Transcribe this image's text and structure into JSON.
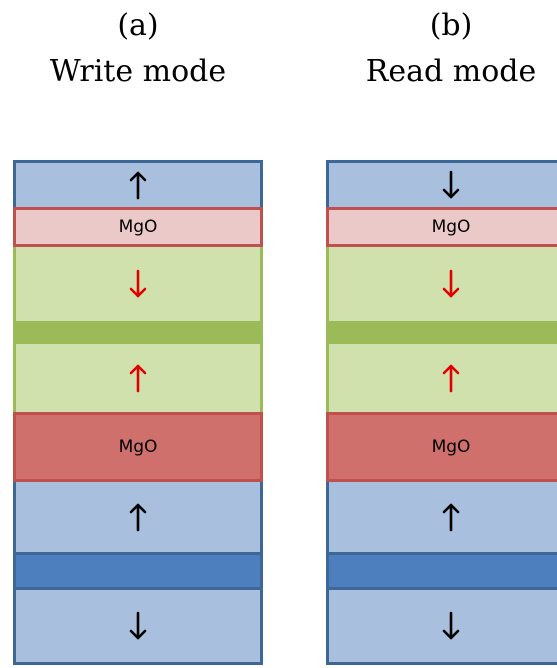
{
  "panels": [
    {
      "id": "a",
      "label": "(a)",
      "mode": "Write mode",
      "layers": [
        {
          "kind": "free-layer-top",
          "fill": "blue-light",
          "arrow": "up",
          "arrow_color": "#000000"
        },
        {
          "kind": "barrier",
          "fill": "mgo-light",
          "text": "MgO"
        },
        {
          "kind": "free-upper",
          "fill": "green-light",
          "arrow": "down",
          "arrow_color": "#e00000"
        },
        {
          "kind": "spacer",
          "fill": "green-dark"
        },
        {
          "kind": "free-lower",
          "fill": "green-light",
          "arrow": "up",
          "arrow_color": "#e00000"
        },
        {
          "kind": "barrier",
          "fill": "mgo-dark",
          "text": "MgO"
        },
        {
          "kind": "reference-top",
          "fill": "blue-light",
          "arrow": "up",
          "arrow_color": "#000000"
        },
        {
          "kind": "coupling",
          "fill": "blue-dark"
        },
        {
          "kind": "reference-bottom",
          "fill": "blue-light",
          "arrow": "down",
          "arrow_color": "#000000"
        }
      ]
    },
    {
      "id": "b",
      "label": "(b)",
      "mode": "Read mode",
      "layers": [
        {
          "kind": "free-layer-top",
          "fill": "blue-light",
          "arrow": "down",
          "arrow_color": "#000000"
        },
        {
          "kind": "barrier",
          "fill": "mgo-light",
          "text": "MgO"
        },
        {
          "kind": "free-upper",
          "fill": "green-light",
          "arrow": "down",
          "arrow_color": "#e00000"
        },
        {
          "kind": "spacer",
          "fill": "green-dark"
        },
        {
          "kind": "free-lower",
          "fill": "green-light",
          "arrow": "up",
          "arrow_color": "#e00000"
        },
        {
          "kind": "barrier",
          "fill": "mgo-dark",
          "text": "MgO"
        },
        {
          "kind": "reference-top",
          "fill": "blue-light",
          "arrow": "up",
          "arrow_color": "#000000"
        },
        {
          "kind": "coupling",
          "fill": "blue-dark"
        },
        {
          "kind": "reference-bottom",
          "fill": "blue-light",
          "arrow": "down",
          "arrow_color": "#000000"
        }
      ]
    }
  ]
}
